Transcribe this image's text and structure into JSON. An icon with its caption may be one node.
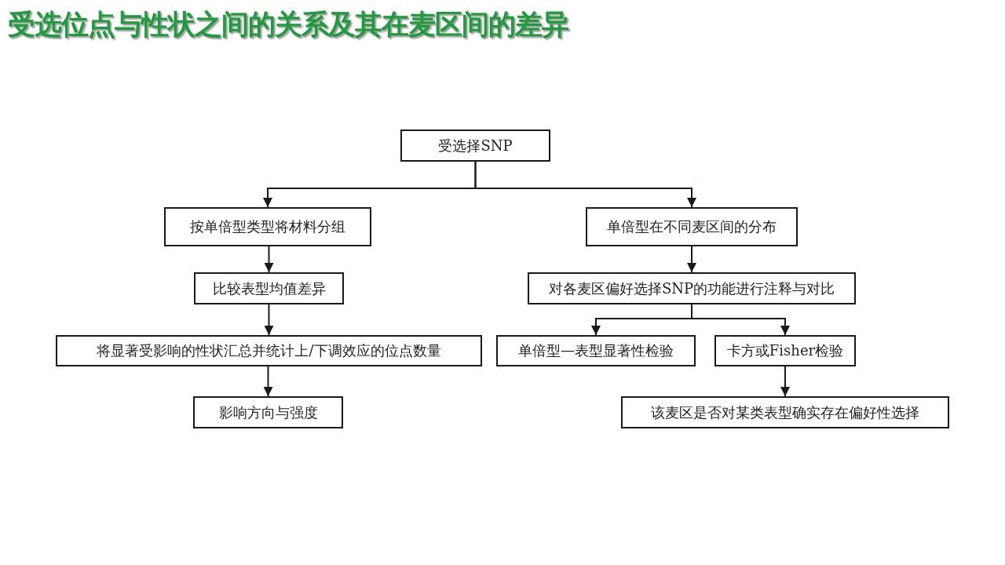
{
  "diagram": {
    "title": "受选位点与性状之间的关系及其在麦区间的差异",
    "nodes": [
      {
        "text": [
          "受选择SNP"
        ]
      },
      {
        "text": [
          "按单倍型类型将材料分组"
        ]
      },
      {
        "text": [
          "单倍型在不同麦区间的分布"
        ]
      },
      {
        "text": [
          "比较表型均值差异"
        ]
      },
      {
        "text": [
          "对各麦区偏好选择SNP的功能进行注释与对比"
        ]
      },
      {
        "text": [
          "将显著受影响的性状汇总并统计上/下调效应的位点数量"
        ]
      },
      {
        "text": [
          "单倍型—表型显著性检验"
        ]
      },
      {
        "text": [
          "卡方或Fisher检验"
        ]
      },
      {
        "text": [
          "影响方向与强度"
        ]
      },
      {
        "text": [
          "该麦区是否对某类表型确实存在偏好性选择"
        ]
      }
    ],
    "edges": [
      {
        "from": 0,
        "to": 1,
        "arrow": "to"
      },
      {
        "from": 0,
        "to": 2,
        "arrow": "to"
      },
      {
        "from": 1,
        "to": 3,
        "arrow": "to"
      },
      {
        "from": 3,
        "to": 5,
        "arrow": "to"
      },
      {
        "from": 5,
        "to": 8,
        "arrow": "to"
      },
      {
        "from": 2,
        "to": 4,
        "arrow": "to"
      },
      {
        "from": 4,
        "to": 6,
        "arrow": "to"
      },
      {
        "from": 4,
        "to": 7,
        "arrow": "to"
      },
      {
        "from": 7,
        "to": 9,
        "arrow": "to"
      }
    ]
  }
}
